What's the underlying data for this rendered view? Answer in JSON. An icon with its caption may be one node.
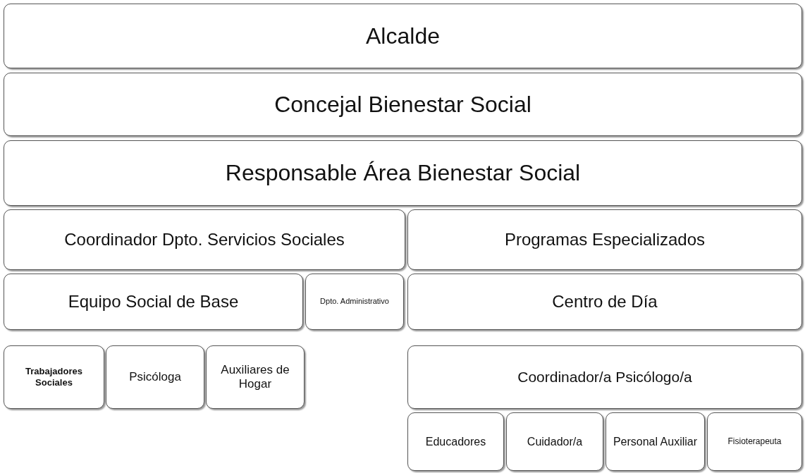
{
  "diagram": {
    "nodes": [
      {
        "text": [
          "Alcalde"
        ]
      },
      {
        "text": [
          "Concejal Bienestar Social"
        ]
      },
      {
        "text": [
          "Responsable Área Bienestar Social"
        ]
      },
      {
        "text": [
          "Coordinador Dpto. Servicios Sociales"
        ]
      },
      {
        "text": [
          "Programas Especializados"
        ]
      },
      {
        "text": [
          "Equipo Social de Base"
        ]
      },
      {
        "text": [
          "Dpto. Administrativo"
        ]
      },
      {
        "text": [
          "Centro de Día"
        ]
      },
      {
        "text": [
          "Trabajadores Sociales"
        ]
      },
      {
        "text": [
          "Psicóloga"
        ]
      },
      {
        "text": [
          "Auxiliares de Hogar"
        ]
      },
      {
        "text": [
          "Coordinador/a Psicólogo/a"
        ]
      },
      {
        "text": [
          "Educadores"
        ]
      },
      {
        "text": [
          "Cuidador/a"
        ]
      },
      {
        "text": [
          "Personal Auxiliar"
        ]
      },
      {
        "text": [
          "Fisioterapeuta"
        ]
      }
    ]
  }
}
